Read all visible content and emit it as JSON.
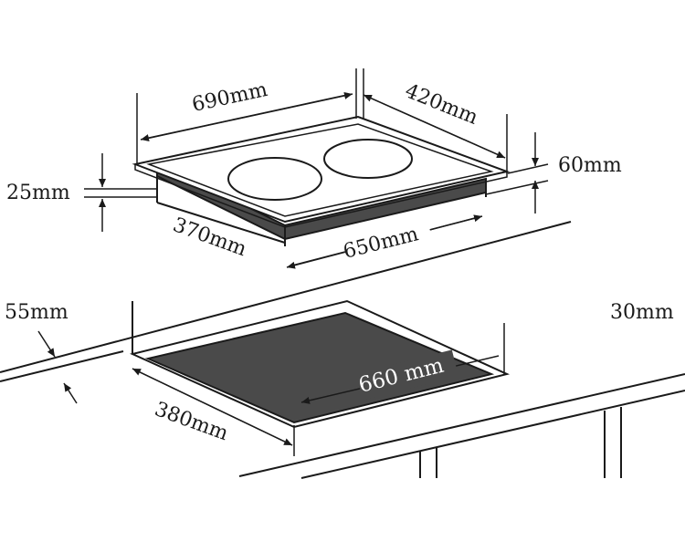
{
  "diagram": {
    "labels": {
      "hob_width": "690mm",
      "hob_depth": "420mm",
      "hob_height": "60mm",
      "glass_thickness": "25mm",
      "body_depth": "370mm",
      "body_width": "650mm",
      "worktop_thickness": "55mm",
      "wall_clearance": "30mm",
      "cutout_width": "660 mm",
      "cutout_depth": "380mm"
    }
  }
}
